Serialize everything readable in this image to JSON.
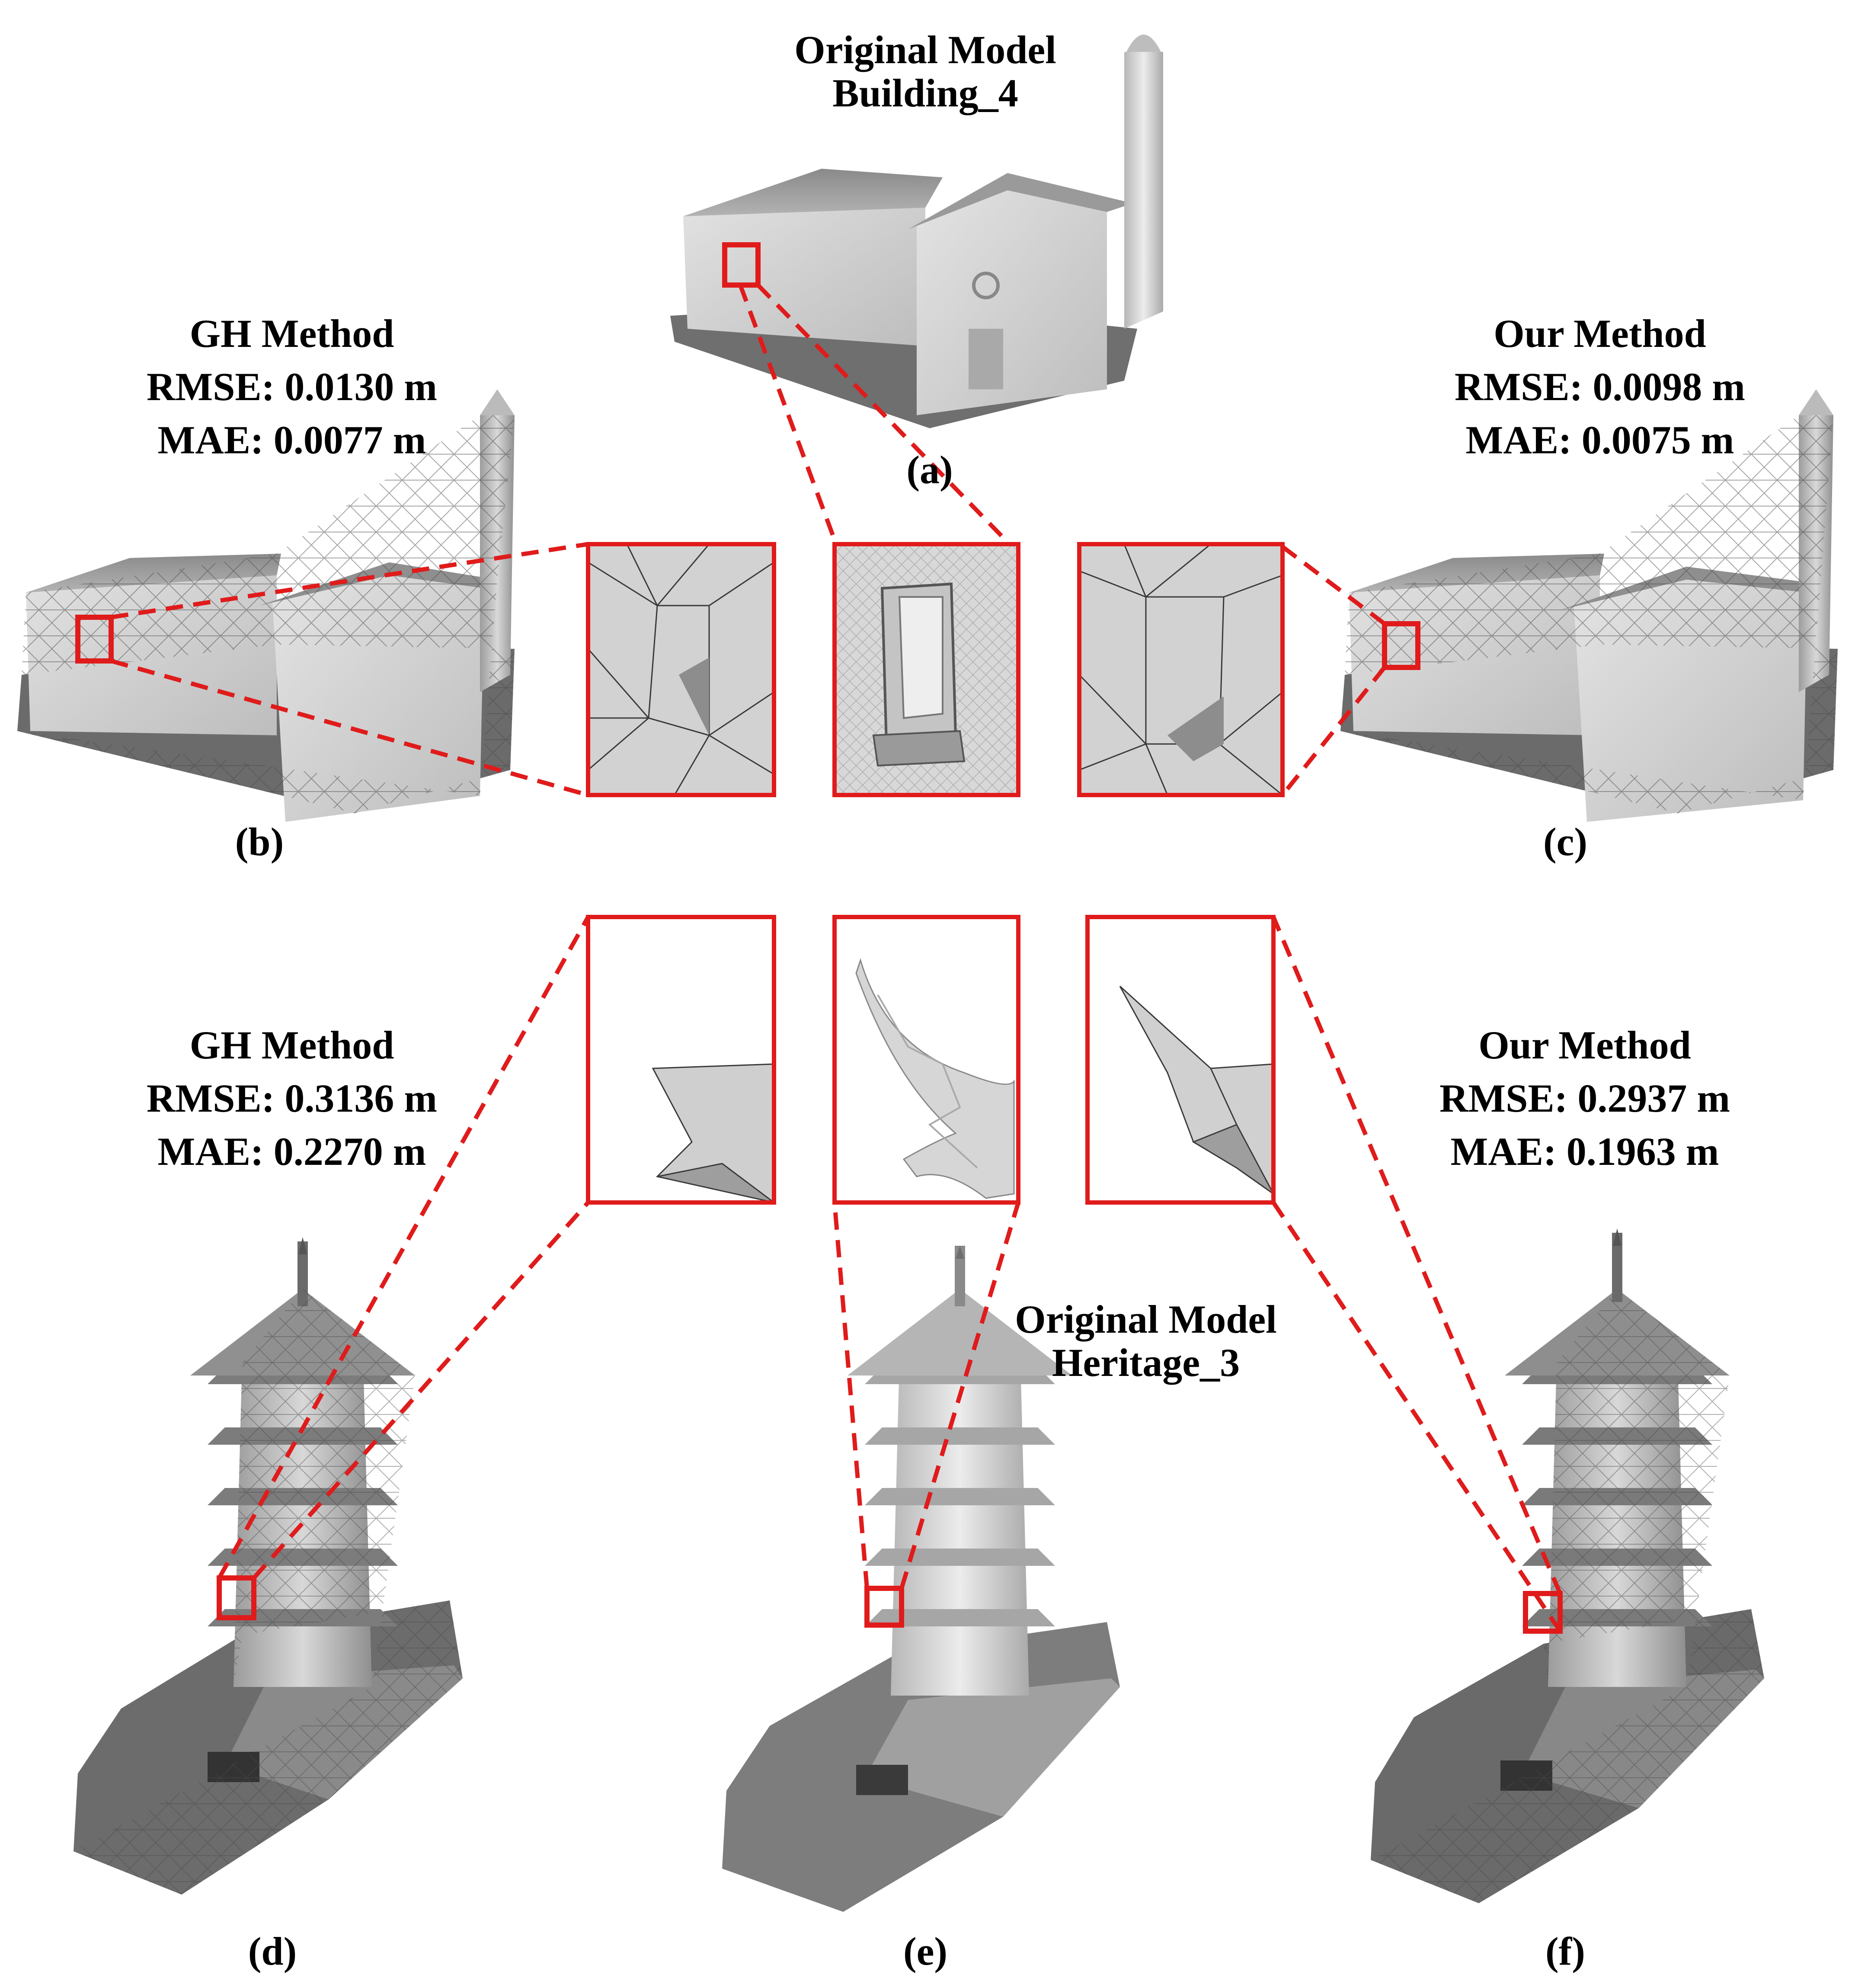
{
  "top_original": {
    "title": "Original Model",
    "name": "Building_4",
    "label": "(a)"
  },
  "top_gh": {
    "title": "GH Method",
    "rmse": "RMSE: 0.0130 m",
    "mae": "MAE: 0.0077 m",
    "label": "(b)"
  },
  "top_ours": {
    "title": "Our Method",
    "rmse": "RMSE: 0.0098 m",
    "mae": "MAE: 0.0075 m",
    "label": "(c)"
  },
  "bottom_gh": {
    "title": "GH Method",
    "rmse": "RMSE: 0.3136 m",
    "mae": "MAE: 0.2270 m",
    "label": "(d)"
  },
  "bottom_original": {
    "title": "Original Model",
    "name": "Heritage_3",
    "label": "(e)"
  },
  "bottom_ours": {
    "title": "Our Method",
    "rmse": "RMSE: 0.2937 m",
    "mae": "MAE: 0.1963 m",
    "label": "(f)"
  },
  "colors": {
    "highlight": "#e01b1b",
    "mesh_light": "#d4d4d4",
    "mesh_dark": "#6e6e6e",
    "edge": "#3a3a3a"
  }
}
